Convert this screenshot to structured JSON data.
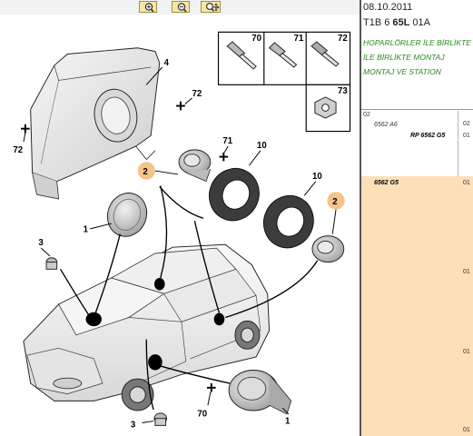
{
  "toolbar": {
    "buttons": [
      {
        "name": "zoom-in"
      },
      {
        "name": "zoom-out"
      },
      {
        "name": "pan"
      }
    ]
  },
  "diagram": {
    "labels": [
      "70",
      "71",
      "72",
      "73",
      "4",
      "72",
      "72",
      "71",
      "2",
      "10",
      "10",
      "2",
      "1",
      "1",
      "3",
      "3",
      "70"
    ]
  },
  "panel": {
    "date": "08.10.2011",
    "code": {
      "prefix": "T1B 6 ",
      "bold": "65L",
      "suffix": " 01A"
    },
    "description": [
      "HOPARLÖRLER İLE BİRLİKTE MONTAJ",
      "İLE BİRLİKTE MONTAJ",
      "MONTAJ VE STATION"
    ],
    "rows": [
      {
        "col0": "02",
        "c1": "",
        "c2": "",
        "col_right": "02"
      },
      {
        "col0": "",
        "c1": "6562 A6",
        "c2": "RP 6562 G5",
        "col_right": "01"
      },
      {
        "col0": "",
        "c1": "6562 G5",
        "c2": "",
        "col_right": "01"
      }
    ],
    "extra_right": [
      "01",
      "01",
      "01"
    ]
  }
}
